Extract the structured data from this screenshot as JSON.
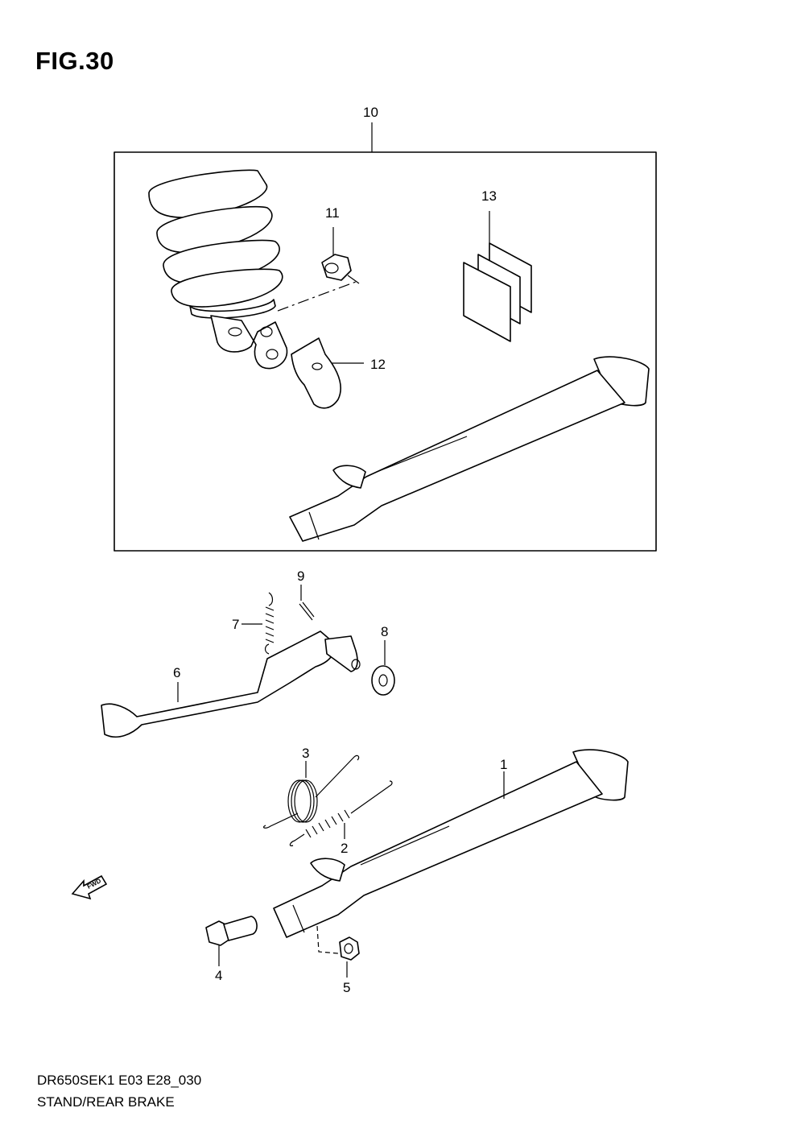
{
  "figure": {
    "title": "FIG.30"
  },
  "callouts": {
    "p1": "1",
    "p2": "2",
    "p3": "3",
    "p4": "4",
    "p5": "5",
    "p6": "6",
    "p7": "7",
    "p8": "8",
    "p9": "9",
    "p10": "10",
    "p11": "11",
    "p12": "12",
    "p13": "13"
  },
  "fwd_label": "FWD",
  "footer": {
    "code": "DR650SEK1 E03 E28_030",
    "title": "STAND/REAR BRAKE"
  },
  "icons": [
    "fwd-arrow-icon"
  ]
}
